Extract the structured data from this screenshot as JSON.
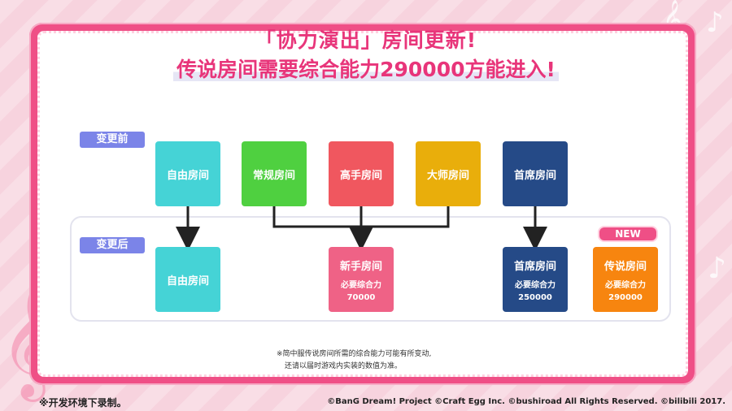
{
  "title": {
    "line1": "「协力演出」房间更新!",
    "line2": "传说房间需要综合能力290000方能进入!"
  },
  "tags": {
    "before": "变更前",
    "after": "变更后"
  },
  "before_rooms": [
    {
      "name": "自由房间",
      "color": "#45d3d6"
    },
    {
      "name": "常规房间",
      "color": "#4fd040"
    },
    {
      "name": "高手房间",
      "color": "#f0575f"
    },
    {
      "name": "大师房间",
      "color": "#e9ae0b"
    },
    {
      "name": "首席房间",
      "color": "#254a87"
    }
  ],
  "after_rooms": [
    {
      "name": "自由房间",
      "color": "#45d3d6",
      "req": "",
      "value": ""
    },
    {
      "name": "新手房间",
      "color": "#ef6286",
      "req": "必要综合力",
      "value": "70000"
    },
    {
      "name": "首席房间",
      "color": "#254a87",
      "req": "必要综合力",
      "value": "250000"
    },
    {
      "name": "传说房间",
      "color": "#f7850f",
      "req": "必要综合力",
      "value": "290000"
    }
  ],
  "new_badge": "NEW",
  "note": {
    "line1": "※简中服传说房间所需的综合能力可能有所变动,",
    "line2": "还请以届时游戏内实装的数值为准。"
  },
  "footer": {
    "left": "※开发环境下录制。",
    "right": "©BanG Dream! Project ©Craft Egg Inc. ©bushiroad All Rights Reserved. ©bilibili 2017."
  }
}
